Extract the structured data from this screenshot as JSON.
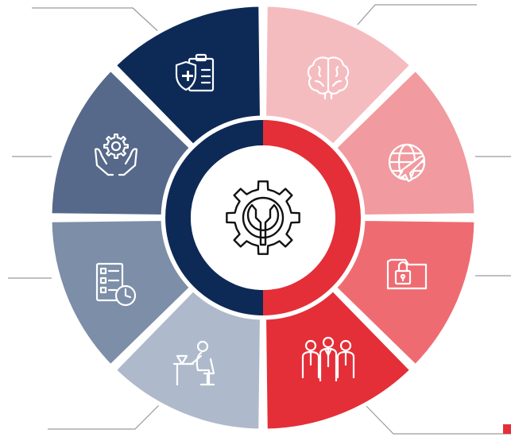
{
  "colors": {
    "navy": "#0d2a57",
    "red": "#e42f38",
    "center_ring_left": "#0d2a57",
    "center_ring_right": "#e42f38",
    "center_disc": "#ffffff",
    "leader_line": "#9a9a9a",
    "page_background": "#ffffff"
  },
  "center": {
    "icon": "gear-wrench-icon"
  },
  "segments": [
    {
      "id": "seg-1",
      "icon": "health-insurance-clipboard-icon",
      "color": "#0d2a57"
    },
    {
      "id": "seg-2",
      "icon": "brain-icon",
      "color": "#f5bcc0"
    },
    {
      "id": "seg-3",
      "icon": "globe-airplane-icon",
      "color": "#f19a9f"
    },
    {
      "id": "seg-4",
      "icon": "locked-folder-icon",
      "color": "#ef6b72"
    },
    {
      "id": "seg-5",
      "icon": "team-people-icon",
      "color": "#e42f38"
    },
    {
      "id": "seg-6",
      "icon": "person-at-desk-laptop-icon",
      "color": "#aebacb"
    },
    {
      "id": "seg-7",
      "icon": "checklist-clock-icon",
      "color": "#7c8ea8"
    },
    {
      "id": "seg-8",
      "icon": "hands-holding-gear-icon",
      "color": "#56698a"
    }
  ]
}
